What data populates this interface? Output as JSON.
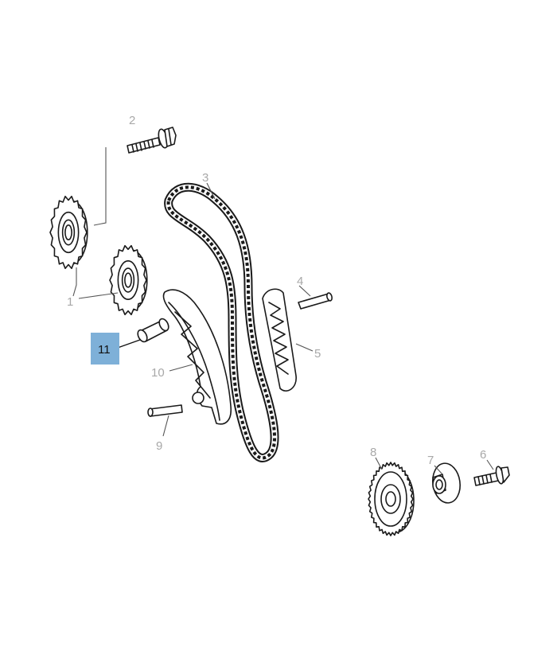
{
  "highlight_color": "#7eb0d8",
  "parts": [
    {
      "id": "sprocket-1",
      "callout": "1",
      "icon": "camshaft-sprocket-icon"
    },
    {
      "id": "bolt-2",
      "callout": "2",
      "icon": "flange-bolt-icon"
    },
    {
      "id": "chain-3",
      "callout": "3",
      "icon": "timing-chain-icon"
    },
    {
      "id": "pin-4",
      "callout": "4",
      "icon": "guide-pin-icon"
    },
    {
      "id": "guide-5",
      "callout": "5",
      "icon": "chain-guide-icon"
    },
    {
      "id": "bolt-6",
      "callout": "6",
      "icon": "flange-bolt-icon"
    },
    {
      "id": "washer-7",
      "callout": "7",
      "icon": "washer-icon"
    },
    {
      "id": "gear-8",
      "callout": "8",
      "icon": "crankshaft-gear-icon"
    },
    {
      "id": "pin-9",
      "callout": "9",
      "icon": "guide-pin-icon"
    },
    {
      "id": "tensioner-rail-10",
      "callout": "10",
      "icon": "tensioner-rail-icon"
    },
    {
      "id": "tensioner-11",
      "callout": "11",
      "icon": "chain-tensioner-icon",
      "highlighted": true
    }
  ]
}
